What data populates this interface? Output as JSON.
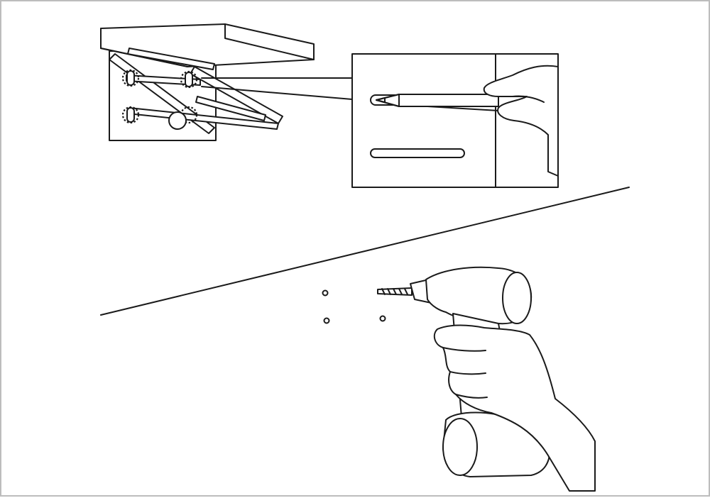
{
  "figure": {
    "border_color": "#bdbdbd",
    "line_color": "#1a1a1a",
    "background": "#ffffff",
    "panels": [
      "shelf-bracket-mounting-view",
      "pencil-marking-detail",
      "drilling-holes-view"
    ]
  }
}
